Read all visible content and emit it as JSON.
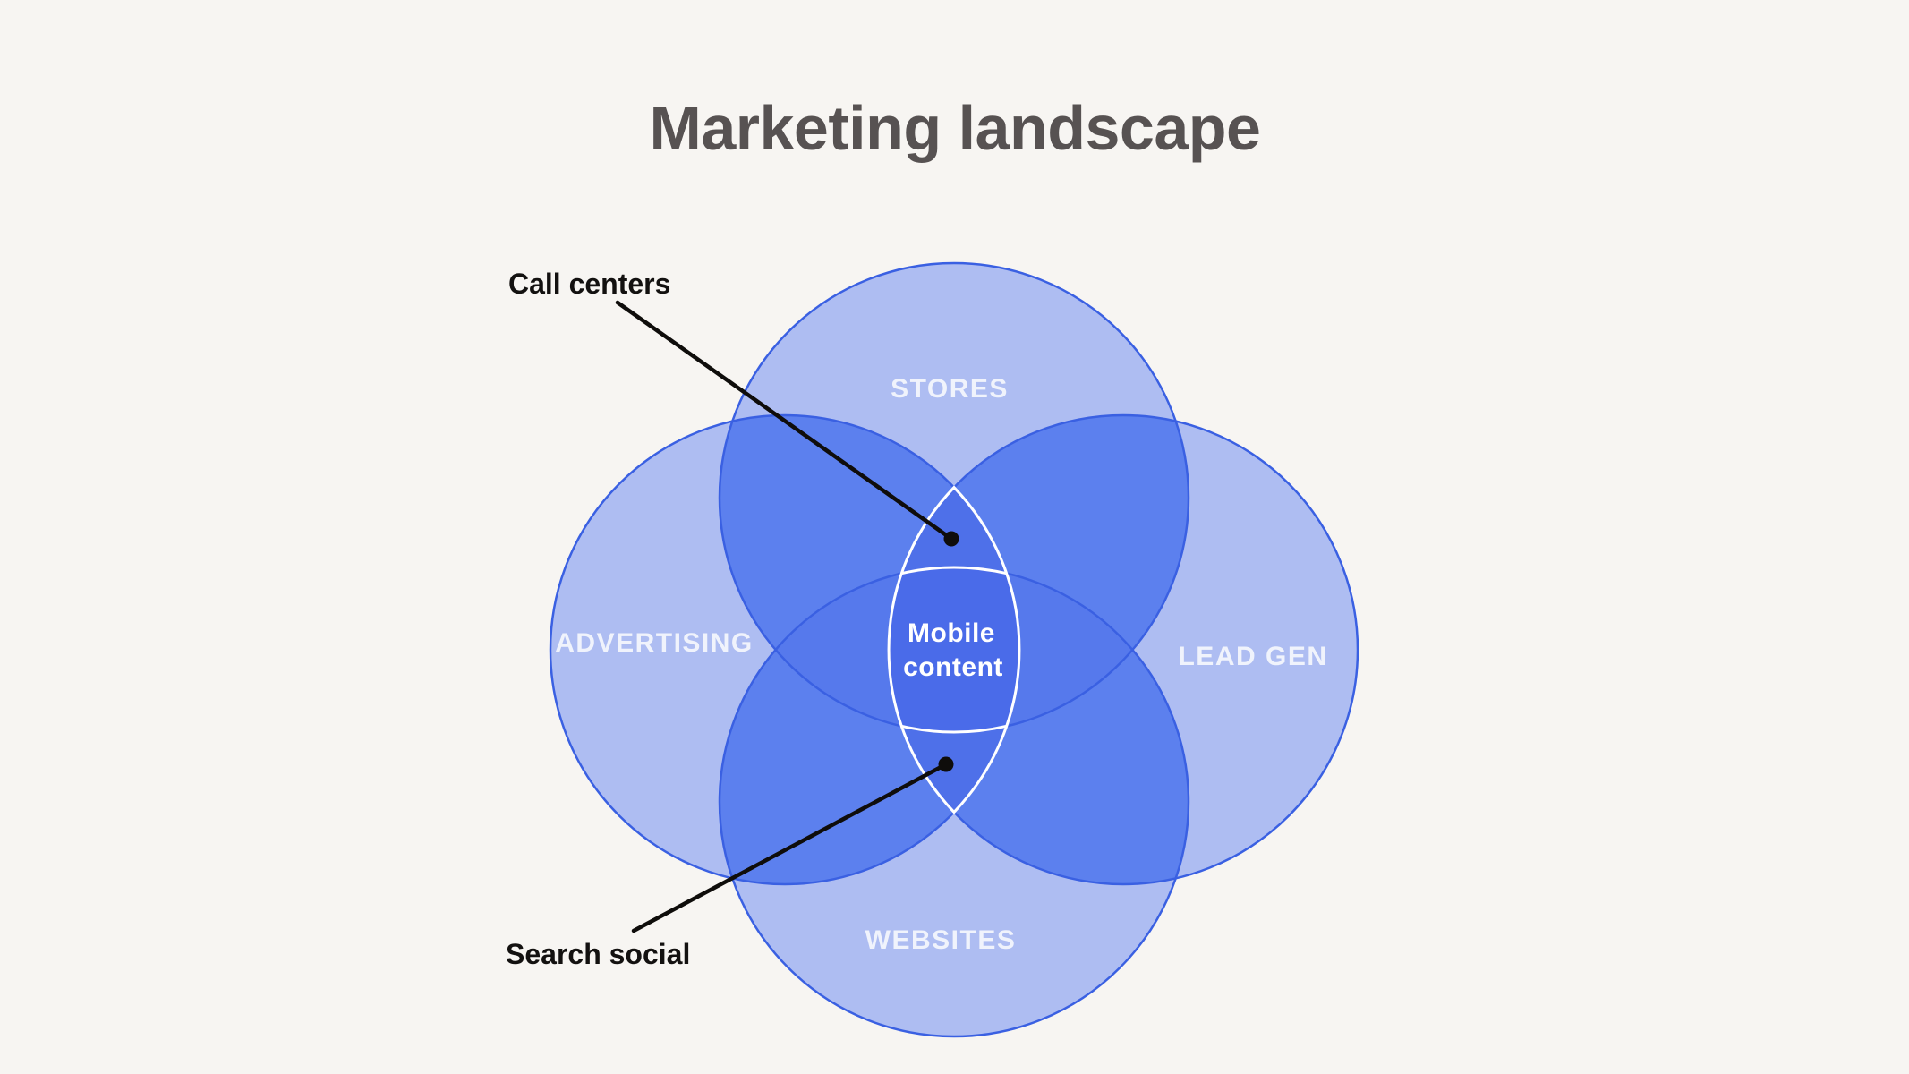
{
  "title": "Marketing landscape",
  "diagram": {
    "type": "venn-4-circles",
    "circles": [
      {
        "id": "stores",
        "label": "STORES"
      },
      {
        "id": "advertising",
        "label": "ADVERTISING"
      },
      {
        "id": "leadgen",
        "label": "LEAD GEN"
      },
      {
        "id": "websites",
        "label": "WEBSITES"
      }
    ],
    "center": {
      "line1": "Mobile",
      "line2": "content"
    },
    "callouts": [
      {
        "id": "call-centers",
        "label": "Call centers"
      },
      {
        "id": "search-social",
        "label": "Search social"
      }
    ],
    "colors": {
      "background": "#f7f5f2",
      "circle_fill": "#aebdf2",
      "circle_stroke": "#3a60e2",
      "overlap_two": "#5c80ee",
      "overlap_three_horizontal": "#5679ec",
      "overlap_three_vertical": "#4e70e9",
      "overlap_center": "#4a6be9",
      "set_label_text": "#f0f3fc",
      "center_label_text": "#ffffff",
      "callout_text": "#131110",
      "title_text": "#575252"
    }
  }
}
